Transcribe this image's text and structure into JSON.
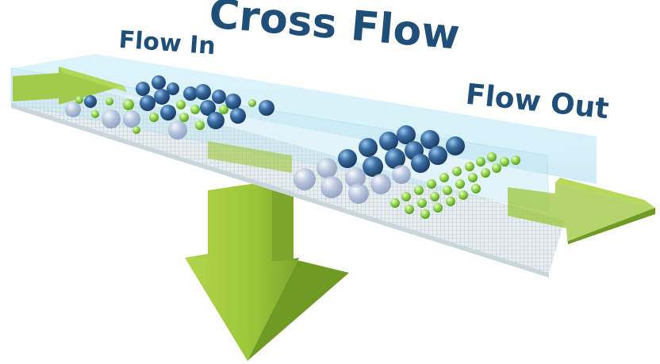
{
  "title": "Cross Flow",
  "labels": {
    "flow_in": "Flow In",
    "flow_out": "Flow Out"
  },
  "colors": {
    "text": "#1f4e79",
    "arrow_green": "#9cc63a",
    "arrow_green_dark": "#7aa52a",
    "channel_fill": "#bfe6f2",
    "membrane": "#c9d6dc",
    "large_particle": "#2f5a8c",
    "small_particle": "#8fd24a"
  }
}
